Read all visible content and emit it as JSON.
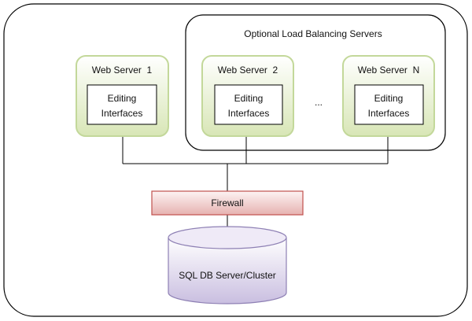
{
  "colors": {
    "container_border": "#000000",
    "server_border": "#c3d89a",
    "server_fill_top": "#ffffff",
    "server_fill_bottom": "#d8e6b6",
    "firewall_border": "#c0504d",
    "firewall_fill_top": "#ffffff",
    "firewall_fill_bottom": "#e6b2b0",
    "db_border": "#8e80b4",
    "db_fill_top": "#ffffff",
    "db_fill_bottom": "#c9bee0"
  },
  "load_balancing_group": {
    "label": "Optional Load Balancing Servers"
  },
  "servers": [
    {
      "title": "Web Server  1",
      "inner_line1": "Editing",
      "inner_line2": "Interfaces"
    },
    {
      "title": "Web Server  2",
      "inner_line1": "Editing",
      "inner_line2": "Interfaces"
    },
    {
      "title": "Web Server  N",
      "inner_line1": "Editing",
      "inner_line2": "Interfaces"
    }
  ],
  "ellipsis": "...",
  "firewall": {
    "label": "Firewall"
  },
  "database": {
    "label": "SQL DB Server/Cluster"
  }
}
